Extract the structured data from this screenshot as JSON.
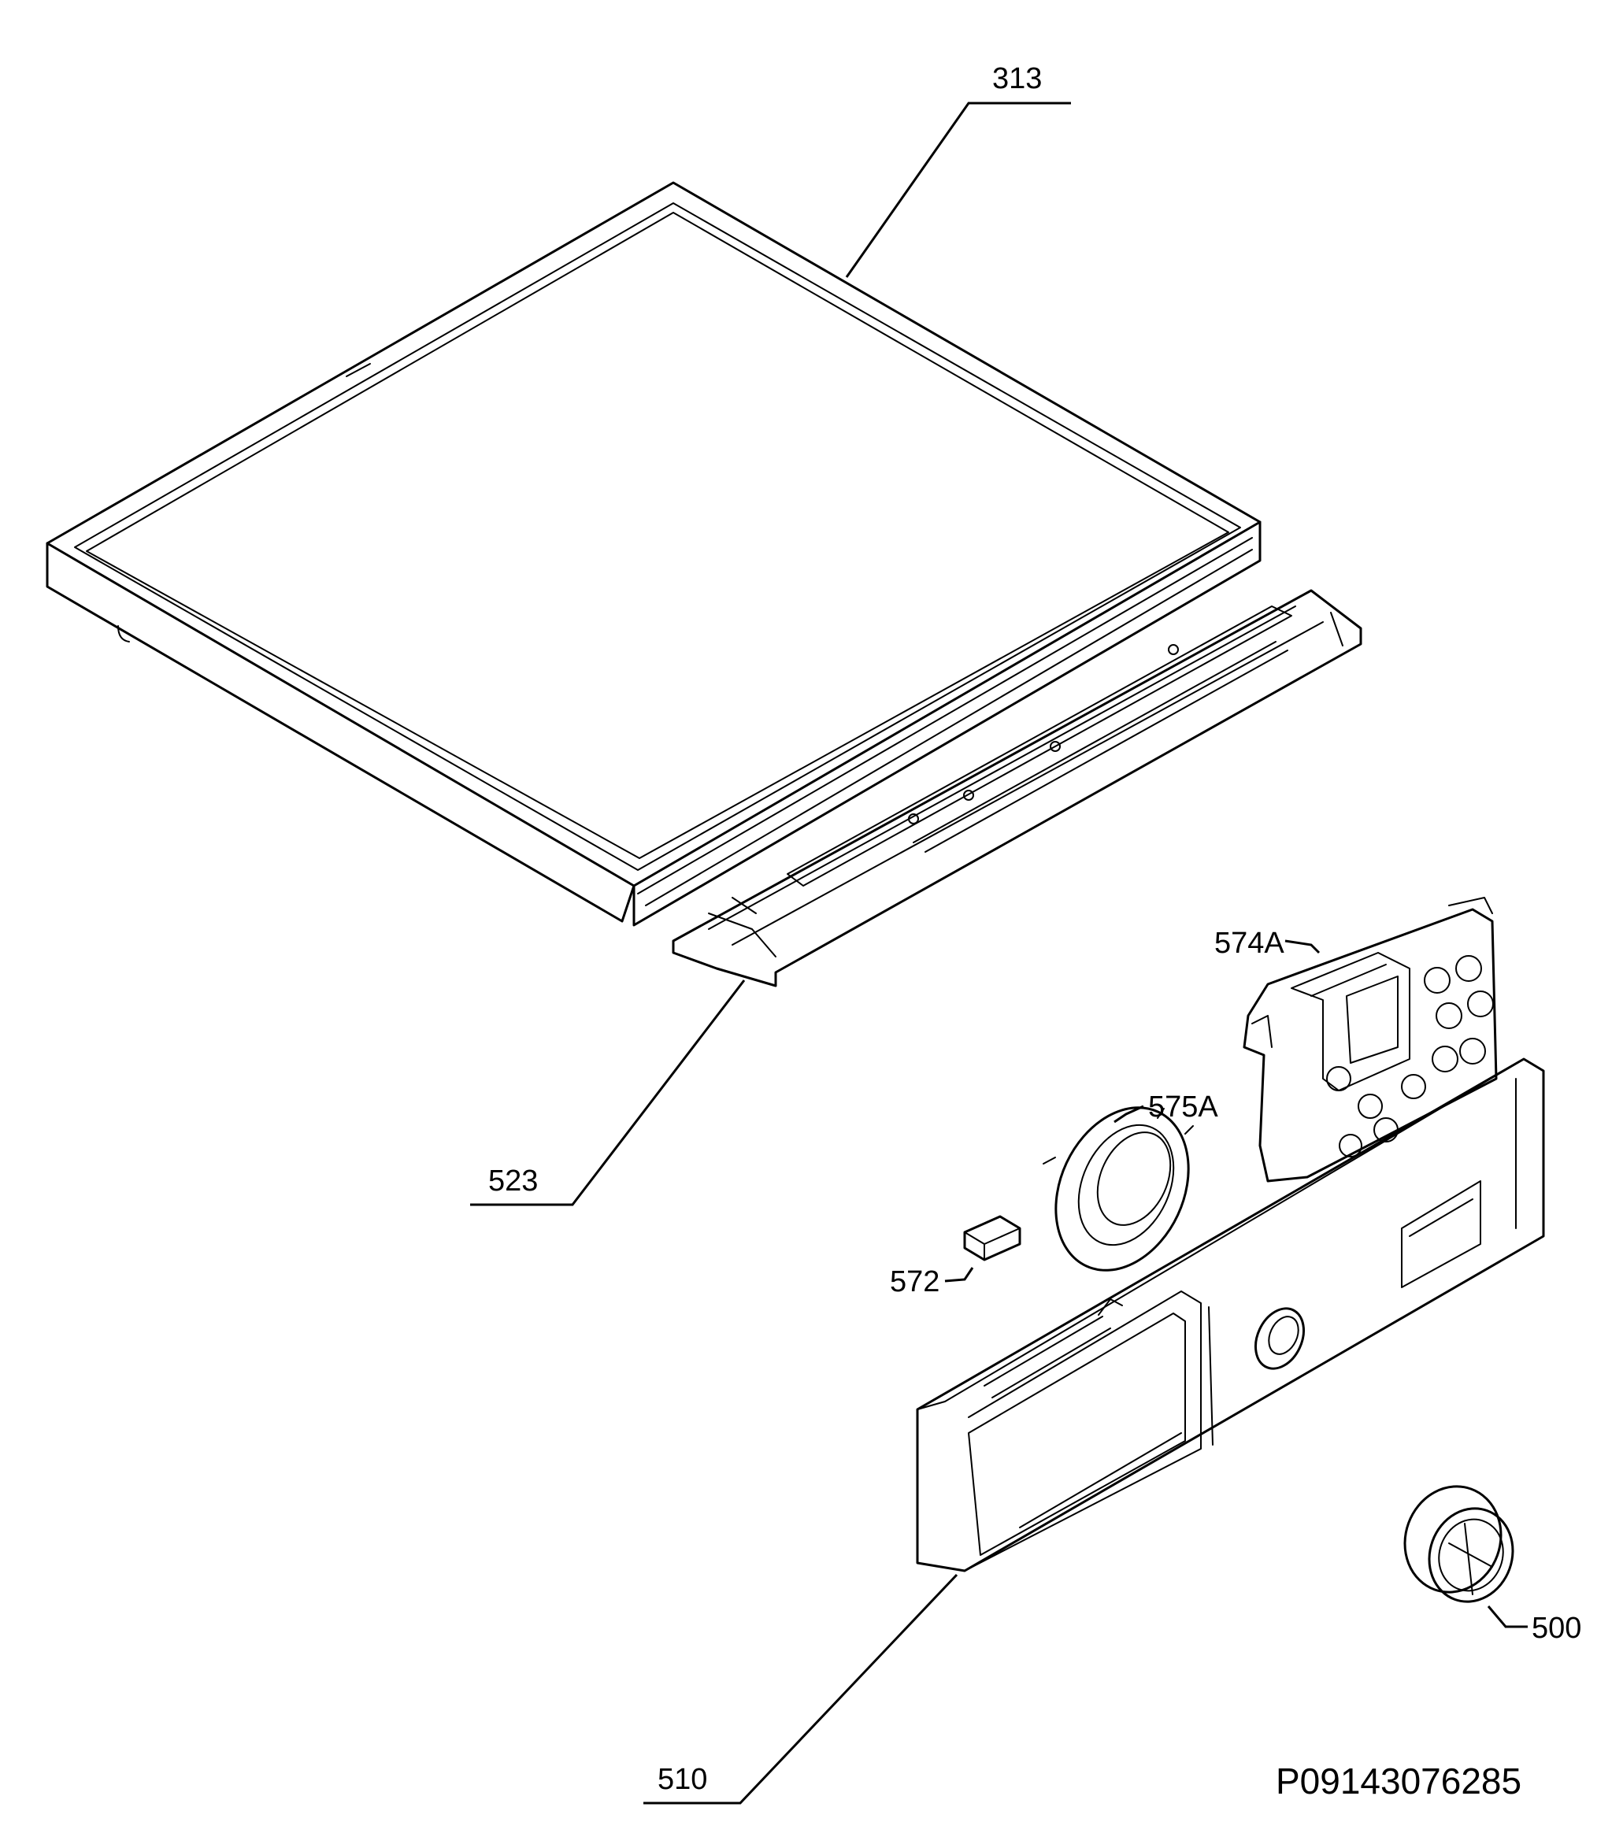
{
  "labels": {
    "p313": "313",
    "p523": "523",
    "p574a": "574A",
    "p575a": "575A",
    "p572": "572",
    "p510": "510",
    "p500": "500"
  },
  "document_id": "P09143076285"
}
